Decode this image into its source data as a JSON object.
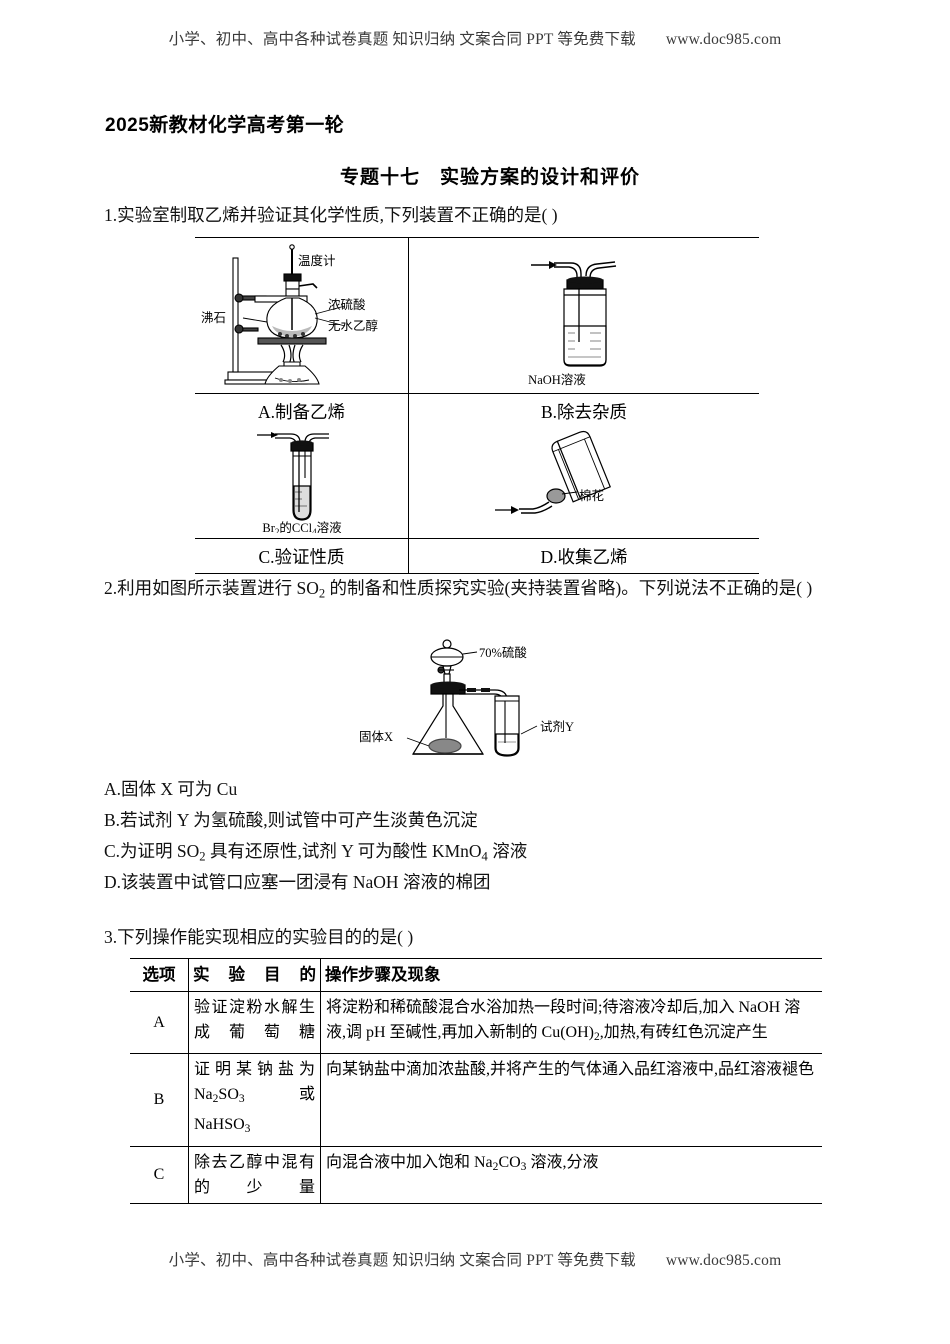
{
  "running_head": {
    "text": "小学、初中、高中各种试卷真题  知识归纳  文案合同  PPT 等免费下载",
    "url": "www.doc985.com"
  },
  "running_foot": {
    "text": "小学、初中、高中各种试卷真题  知识归纳  文案合同  PPT 等免费下载",
    "url": "www.doc985.com"
  },
  "doc_title": "2025新教材化学高考第一轮",
  "topic_title": "专题十七　实验方案的设计和评价",
  "questions": {
    "q1": {
      "text": "1.实验室制取乙烯并验证其化学性质,下列装置不正确的是(        )",
      "figure_table": {
        "cells": [
          {
            "caption": "A.制备乙烯",
            "figure": "distillation-apparatus",
            "labels": [
              "温度计",
              "浓硫酸",
              "无水乙醇",
              "沸石"
            ]
          },
          {
            "caption": "B.除去杂质",
            "figure": "gas-washing-bottle",
            "labels": [
              "NaOH溶液"
            ]
          },
          {
            "caption": "C.验证性质",
            "figure": "test-tube-bromine",
            "labels": [
              "Br2的CCl4溶液"
            ]
          },
          {
            "caption": "D.收集乙烯",
            "figure": "inverted-test-tube-cotton",
            "labels": [
              "棉花"
            ]
          }
        ]
      }
    },
    "q2": {
      "text": "2.利用如图所示装置进行 SO2 的制备和性质探究实验(夹持装置省略)。下列说法不正确的是(        )",
      "figure": {
        "name": "so2-preparation-apparatus",
        "labels": [
          "70%硫酸",
          "固体X",
          "试剂Y"
        ]
      },
      "options": [
        "A.固体 X 可为 Cu",
        "B.若试剂 Y 为氢硫酸,则试管中可产生淡黄色沉淀",
        "C.为证明 SO2 具有还原性,试剂 Y 可为酸性 KMnO4 溶液",
        "D.该装置中试管口应塞一团浸有 NaOH 溶液的棉团"
      ]
    },
    "q3": {
      "text": "3.下列操作能实现相应的实验目的的是(        )",
      "table": {
        "headers": [
          "选项",
          "实验目的",
          "操作步骤及现象"
        ],
        "rows": [
          {
            "option": "A",
            "goal": "验证淀粉水解生成葡萄糖",
            "step": "将淀粉和稀硫酸混合水浴加热一段时间;待溶液冷却后,加入 NaOH 溶液,调 pH 至碱性,再加入新制的 Cu(OH)2,加热,有砖红色沉淀产生"
          },
          {
            "option": "B",
            "goal": "证明某钠盐为 Na2SO3 或 NaHSO3",
            "step": "向某钠盐中滴加浓盐酸,并将产生的气体通入品红溶液中,品红溶液褪色"
          },
          {
            "option": "C",
            "goal": "除去乙醇中混有的少量",
            "step": "向混合液中加入饱和 Na2CO3 溶液,分液"
          }
        ]
      }
    }
  }
}
